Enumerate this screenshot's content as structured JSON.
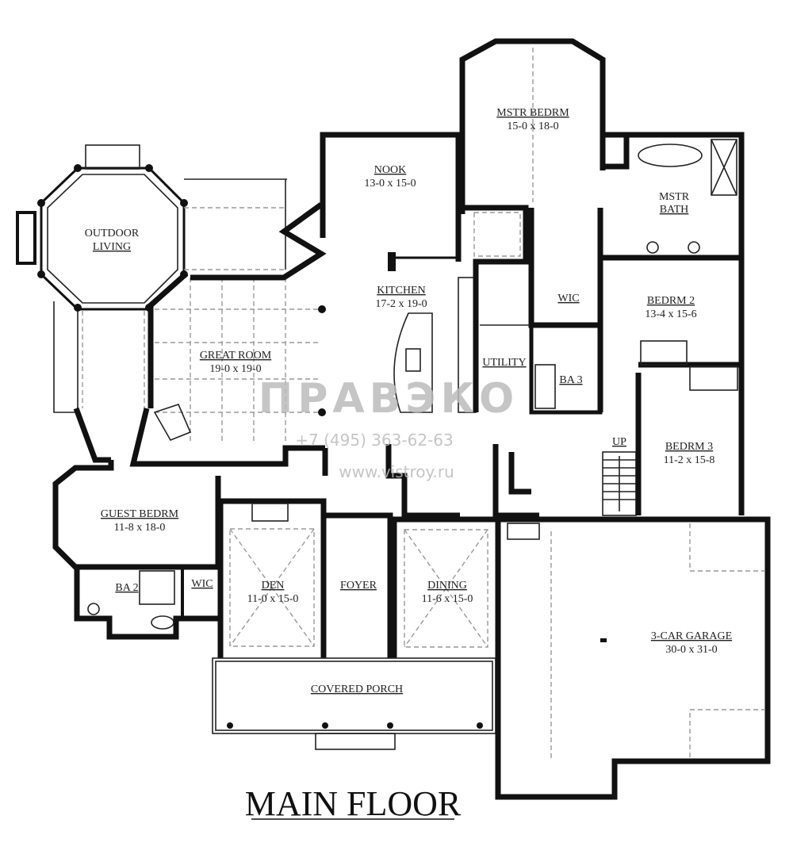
{
  "title": "MAIN FLOOR",
  "rooms": {
    "mstr_bedrm": {
      "name": "MSTR BEDRM",
      "dims": "15-0 x 18-0"
    },
    "nook": {
      "name": "NOOK",
      "dims": "13-0 x 15-0"
    },
    "mstr_bath": {
      "name1": "MSTR",
      "name2": "BATH"
    },
    "outdoor_living": {
      "name1": "OUTDOOR",
      "name2": "LIVING"
    },
    "kitchen": {
      "name": "KITCHEN",
      "dims": "17-2 x 19-0"
    },
    "wic_master": {
      "name": "WIC"
    },
    "bedrm2": {
      "name": "BEDRM 2",
      "dims": "13-4 x 15-6"
    },
    "great_room": {
      "name": "GREAT ROOM",
      "dims": "19-0 x 19-0"
    },
    "utility": {
      "name": "UTILITY"
    },
    "ba3": {
      "name": "BA 3"
    },
    "up": {
      "name": "UP"
    },
    "bedrm3": {
      "name": "BEDRM 3",
      "dims": "11-2 x 15-8"
    },
    "guest_bedrm": {
      "name": "GUEST BEDRM",
      "dims": "11-8 x 18-0"
    },
    "wic_guest": {
      "name": "WIC"
    },
    "ba2": {
      "name": "BA 2"
    },
    "den": {
      "name": "DEN",
      "dims": "11-0 x 15-0"
    },
    "foyer": {
      "name": "FOYER"
    },
    "dining": {
      "name": "DINING",
      "dims": "11-6 x 15-0"
    },
    "garage": {
      "name": "3-CAR GARAGE",
      "dims": "30-0 x 31-0"
    },
    "porch": {
      "name": "COVERED PORCH"
    }
  },
  "watermark": {
    "logo": "ПРАВЭКО",
    "phone": "+7 (495) 363-62-63",
    "url": "www.vistroy.ru"
  }
}
